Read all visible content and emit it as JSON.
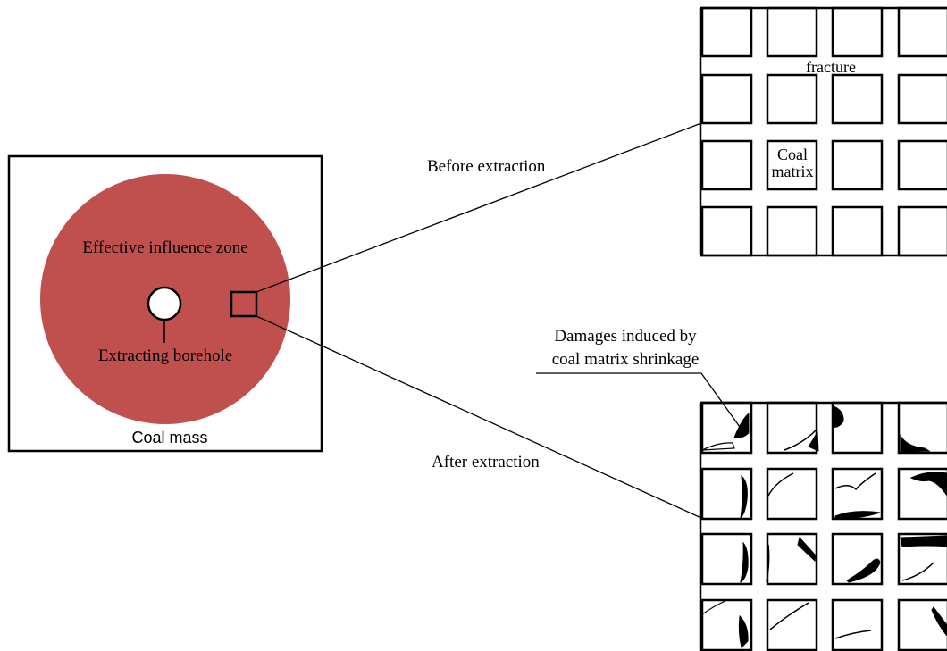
{
  "colors": {
    "zone_fill": "#c0504d",
    "line": "#000000",
    "background": "#ffffff"
  },
  "coal_mass": {
    "label": "Coal mass",
    "zone_label": "Effective influence zone",
    "borehole_label": "Extracting borehole"
  },
  "before": {
    "label": "Before extraction",
    "fracture_label": "fracture",
    "matrix_label_line1": "Coal",
    "matrix_label_line2": "matrix"
  },
  "after": {
    "label": "After extraction",
    "damage_label_line1": "Damages induced by",
    "damage_label_line2": "coal matrix shrinkage"
  }
}
